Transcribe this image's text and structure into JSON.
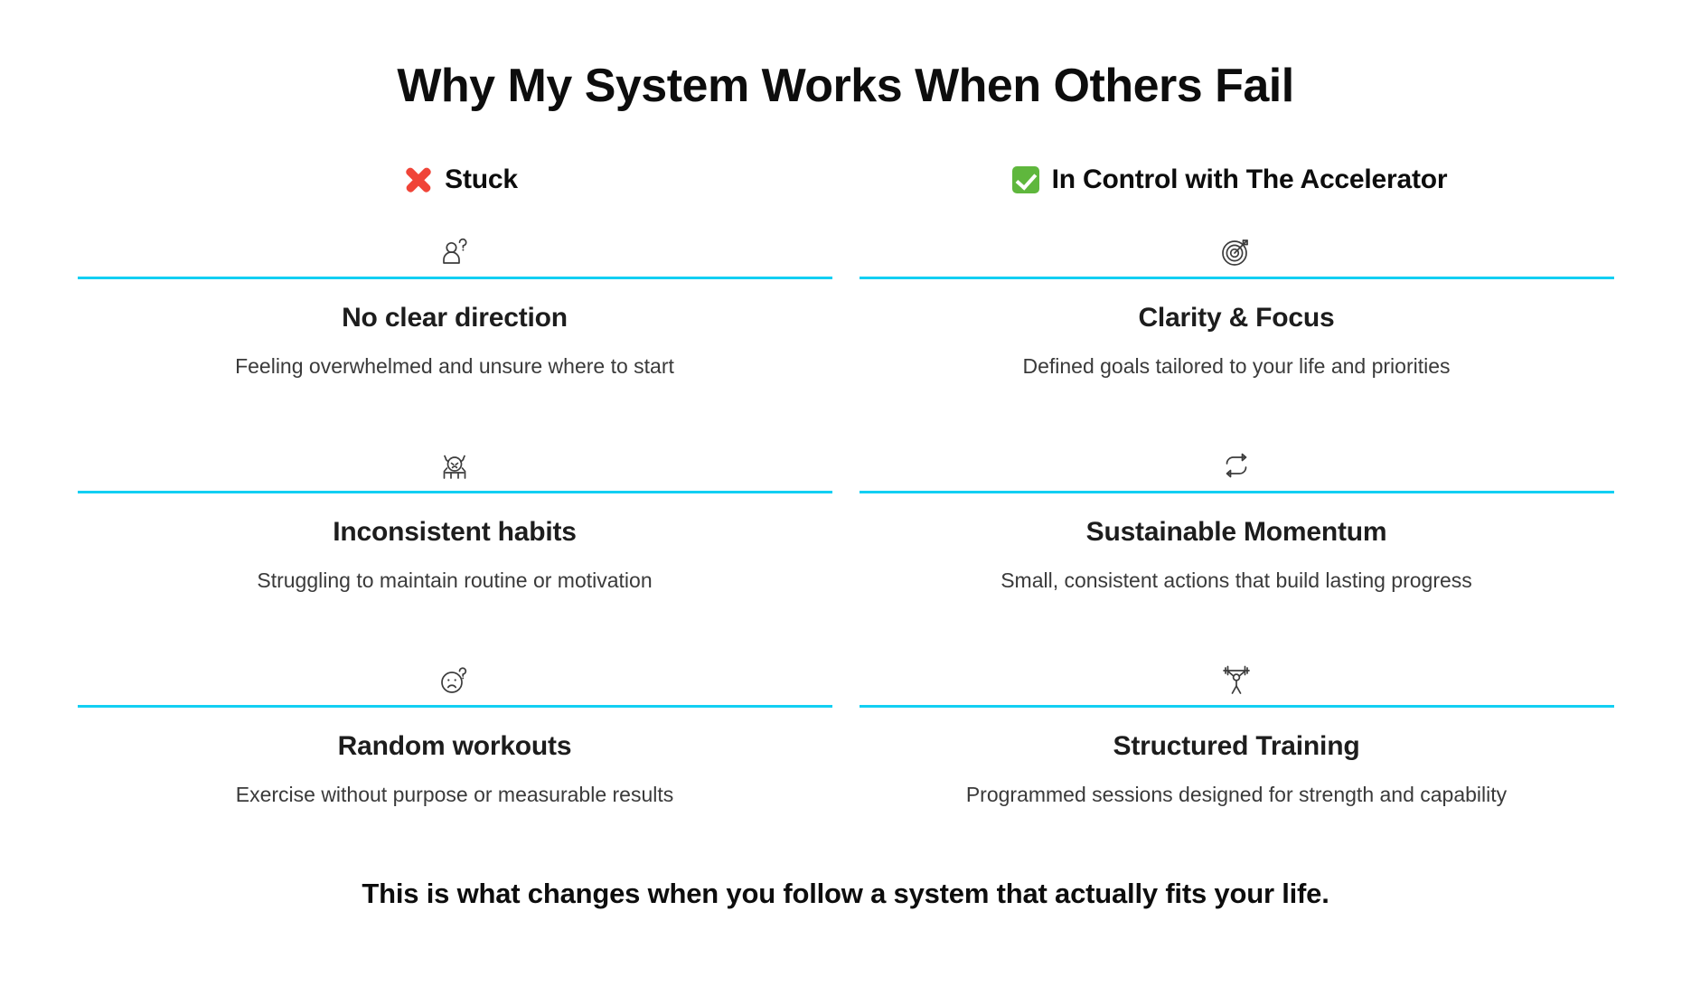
{
  "title": "Why My System Works When Others Fail",
  "columns": [
    {
      "icon": "cross-mark-emoji",
      "label": "Stuck",
      "accent": "#f04438"
    },
    {
      "icon": "check-mark-button-emoji",
      "label": "In Control with The Accelerator",
      "accent": "#5fb73d"
    }
  ],
  "divider_color": "#12CFF3",
  "rows": [
    {
      "left": {
        "icon": "person-with-question-mark-icon",
        "title": "No clear direction",
        "desc": "Feeling overwhelmed and unsure where to start"
      },
      "right": {
        "icon": "target-dart-icon",
        "title": "Clarity & Focus",
        "desc": "Defined goals tailored to your life and priorities"
      }
    },
    {
      "left": {
        "icon": "stressed-person-icon",
        "title": "Inconsistent habits",
        "desc": "Struggling to maintain routine or motivation"
      },
      "right": {
        "icon": "repeat-cycle-arrows-icon",
        "title": "Sustainable Momentum",
        "desc": "Small, consistent actions that build lasting progress"
      }
    },
    {
      "left": {
        "icon": "confused-face-question-icon",
        "title": "Random workouts",
        "desc": "Exercise without purpose or measurable results"
      },
      "right": {
        "icon": "weightlifter-icon",
        "title": "Structured Training",
        "desc": "Programmed sessions designed for strength and capability"
      }
    }
  ],
  "footer": "This is what changes when you follow a system that actually fits your life."
}
